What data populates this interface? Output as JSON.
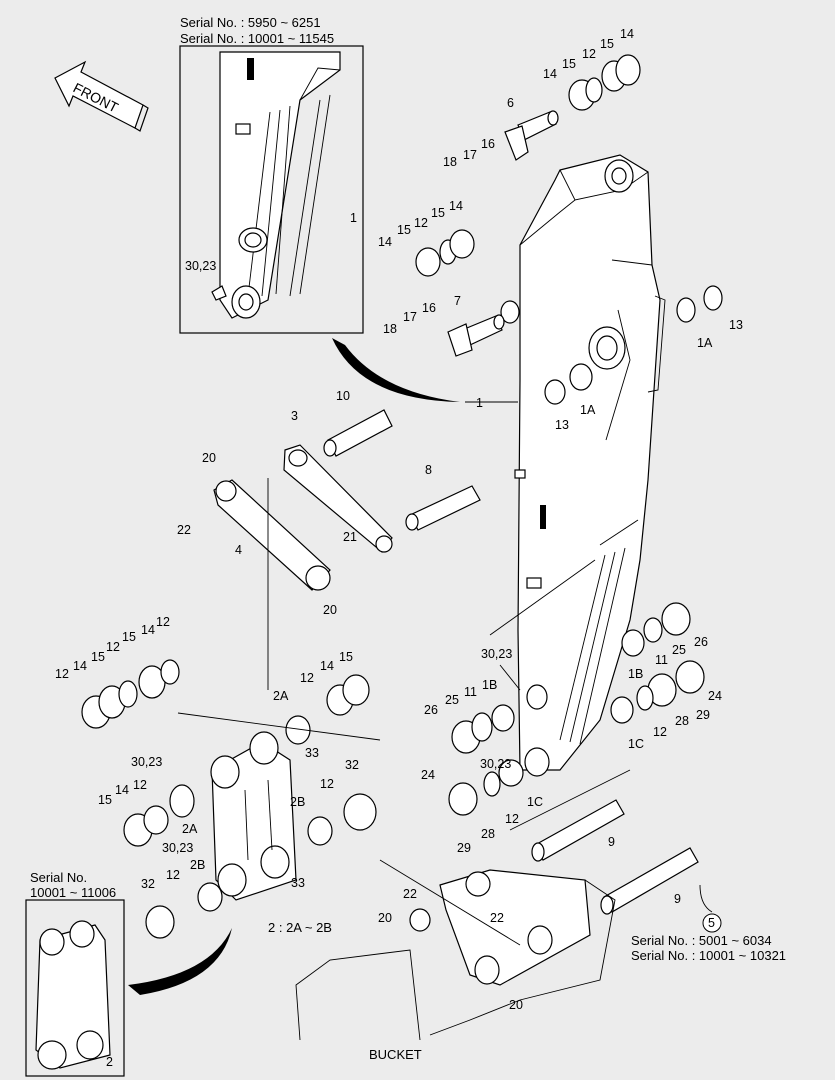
{
  "diagram": {
    "front_label": "FRONT",
    "bucket_label": "BUCKET",
    "note_2": "2 : 2A ~ 2B",
    "circle_ref": "5",
    "serial_top": [
      "Serial No. : 5950 ~ 6251",
      "Serial No. : 10001 ~ 11545"
    ],
    "serial_left": [
      "Serial No.",
      "10001 ~ 11006"
    ],
    "serial_right": [
      "Serial No. : 5001 ~ 6034",
      "Serial No. : 10001 ~ 10321"
    ],
    "callouts": [
      {
        "id": "c1",
        "text": "1"
      },
      {
        "id": "c2",
        "text": "30,23"
      },
      {
        "id": "c3",
        "text": "14"
      },
      {
        "id": "c4",
        "text": "15"
      },
      {
        "id": "c5",
        "text": "12"
      },
      {
        "id": "c6",
        "text": "15"
      },
      {
        "id": "c7",
        "text": "14"
      },
      {
        "id": "c8",
        "text": "6"
      },
      {
        "id": "c9",
        "text": "18"
      },
      {
        "id": "c10",
        "text": "17"
      },
      {
        "id": "c11",
        "text": "16"
      },
      {
        "id": "c12",
        "text": "14"
      },
      {
        "id": "c13",
        "text": "15"
      },
      {
        "id": "c14",
        "text": "12"
      },
      {
        "id": "c15",
        "text": "15"
      },
      {
        "id": "c16",
        "text": "14"
      },
      {
        "id": "c17",
        "text": "7"
      },
      {
        "id": "c18",
        "text": "18"
      },
      {
        "id": "c19",
        "text": "17"
      },
      {
        "id": "c20",
        "text": "16"
      },
      {
        "id": "c21",
        "text": "13"
      },
      {
        "id": "c22",
        "text": "1A"
      },
      {
        "id": "c23",
        "text": "1"
      },
      {
        "id": "c24",
        "text": "10"
      },
      {
        "id": "c25",
        "text": "3"
      },
      {
        "id": "c26",
        "text": "1A"
      },
      {
        "id": "c27",
        "text": "13"
      },
      {
        "id": "c28",
        "text": "20"
      },
      {
        "id": "c29",
        "text": "8"
      },
      {
        "id": "c30",
        "text": "22"
      },
      {
        "id": "c31",
        "text": "21"
      },
      {
        "id": "c32",
        "text": "4"
      },
      {
        "id": "c33",
        "text": "20"
      },
      {
        "id": "c34",
        "text": "12"
      },
      {
        "id": "c35",
        "text": "14"
      },
      {
        "id": "c36",
        "text": "15"
      },
      {
        "id": "c37",
        "text": "12"
      },
      {
        "id": "c38",
        "text": "15"
      },
      {
        "id": "c39",
        "text": "14"
      },
      {
        "id": "c40",
        "text": "12"
      },
      {
        "id": "c41",
        "text": "12"
      },
      {
        "id": "c42",
        "text": "14"
      },
      {
        "id": "c43",
        "text": "15"
      },
      {
        "id": "c44",
        "text": "2A"
      },
      {
        "id": "c45",
        "text": "33"
      },
      {
        "id": "c46",
        "text": "30,23"
      },
      {
        "id": "c47",
        "text": "12"
      },
      {
        "id": "c48",
        "text": "15"
      },
      {
        "id": "c49",
        "text": "14"
      },
      {
        "id": "c50",
        "text": "2A"
      },
      {
        "id": "c51",
        "text": "30,23"
      },
      {
        "id": "c52",
        "text": "2B"
      },
      {
        "id": "c53",
        "text": "12"
      },
      {
        "id": "c54",
        "text": "32"
      },
      {
        "id": "c55",
        "text": "2B"
      },
      {
        "id": "c56",
        "text": "33"
      },
      {
        "id": "c57",
        "text": "32"
      },
      {
        "id": "c58",
        "text": "12"
      },
      {
        "id": "c59",
        "text": "30,23"
      },
      {
        "id": "c60",
        "text": "11"
      },
      {
        "id": "c61",
        "text": "1B"
      },
      {
        "id": "c62",
        "text": "25"
      },
      {
        "id": "c63",
        "text": "26"
      },
      {
        "id": "c64",
        "text": "30,23"
      },
      {
        "id": "c65",
        "text": "24"
      },
      {
        "id": "c66",
        "text": "28"
      },
      {
        "id": "c67",
        "text": "12"
      },
      {
        "id": "c68",
        "text": "1C"
      },
      {
        "id": "c69",
        "text": "29"
      },
      {
        "id": "c70",
        "text": "1B"
      },
      {
        "id": "c71",
        "text": "11"
      },
      {
        "id": "c72",
        "text": "25"
      },
      {
        "id": "c73",
        "text": "26"
      },
      {
        "id": "c74",
        "text": "24"
      },
      {
        "id": "c75",
        "text": "1C"
      },
      {
        "id": "c76",
        "text": "12"
      },
      {
        "id": "c77",
        "text": "28"
      },
      {
        "id": "c78",
        "text": "29"
      },
      {
        "id": "c79",
        "text": "9"
      },
      {
        "id": "c80",
        "text": "9"
      },
      {
        "id": "c81",
        "text": "22"
      },
      {
        "id": "c82",
        "text": "20"
      },
      {
        "id": "c83",
        "text": "22"
      },
      {
        "id": "c84",
        "text": "20"
      },
      {
        "id": "c85",
        "text": "2"
      }
    ]
  }
}
